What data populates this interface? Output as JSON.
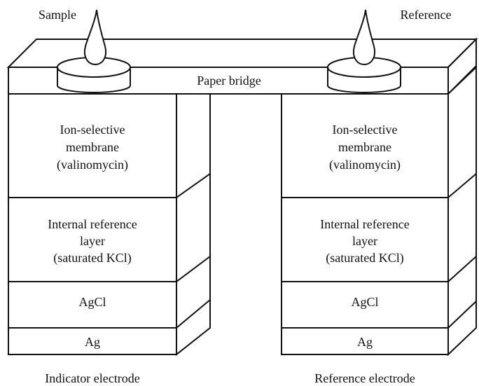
{
  "labels": {
    "sample": "Sample",
    "reference": "Reference",
    "paper_bridge": "Paper bridge",
    "indicator_electrode": "Indicator electrode",
    "reference_electrode": "Reference electrode"
  },
  "left_electrode": {
    "membrane": [
      "Ion-selective",
      "membrane",
      "(valinomycin)"
    ],
    "internal_layer": [
      "Internal reference",
      "layer",
      "(saturated KCl)"
    ],
    "agcl": "AgCl",
    "ag": "Ag"
  },
  "right_electrode": {
    "membrane": [
      "Ion-selective",
      "membrane",
      "(valinomycin)"
    ],
    "internal_layer": [
      "Internal reference",
      "layer",
      "(saturated KCl)"
    ],
    "agcl": "AgCl",
    "ag": "Ag"
  }
}
